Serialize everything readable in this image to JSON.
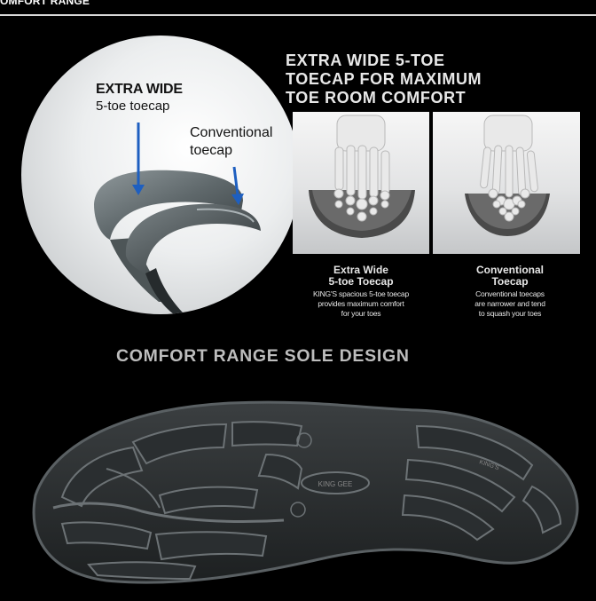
{
  "header": {
    "label": "OMFORT RANGE"
  },
  "circle": {
    "wide_title": "EXTRA WIDE",
    "wide_sub": "5-toe toecap",
    "conv_line1": "Conventional",
    "conv_line2": "toecap"
  },
  "headline": {
    "line1": "EXTRA WIDE 5-TOE",
    "line2": "TOECAP FOR MAXIMUM",
    "line3": "TOE ROOM COMFORT"
  },
  "captions": [
    {
      "title1": "Extra Wide",
      "title2": "5-toe Toecap",
      "desc1": "KING'S spacious 5-toe toecap",
      "desc2": "provides maximum comfort",
      "desc3": "for your toes"
    },
    {
      "title1": "Conventional",
      "title2": "Toecap",
      "desc1": "Conventional toecaps",
      "desc2": "are narrower and tend",
      "desc3": "to squash your toes"
    }
  ],
  "section": {
    "title": "COMFORT RANGE SOLE DESIGN"
  },
  "sole": {
    "brand_mark": "KING GEE",
    "side_mark": "KING'S"
  },
  "colors": {
    "background": "#000000",
    "headline": "#e8e8e8",
    "section_title": "#bdbdbd",
    "label_dark": "#121212"
  }
}
